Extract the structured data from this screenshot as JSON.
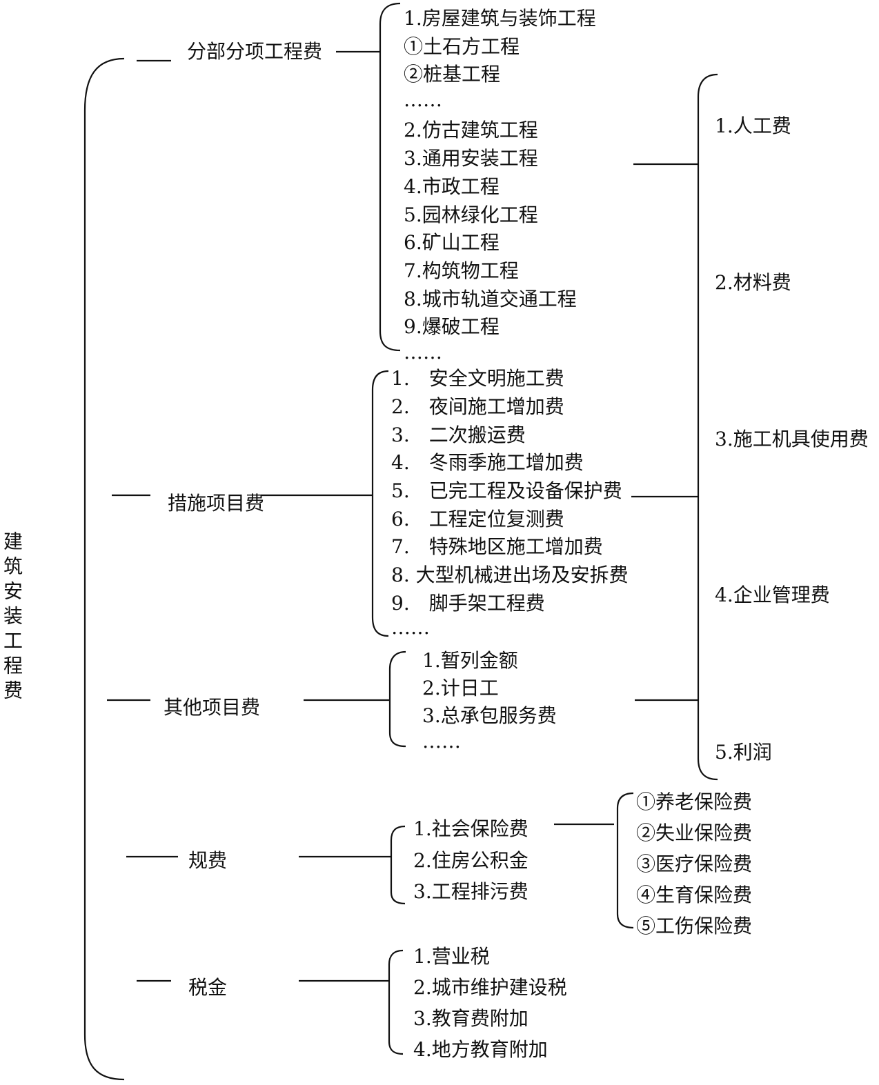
{
  "root": "建筑安装工程费",
  "categories": {
    "fenbu": "分部分项工程费",
    "cuoshi": "措施项目费",
    "qita": "其他项目费",
    "guifei": "规费",
    "shuijin": "税金"
  },
  "fenbu_items": [
    "1.房屋建筑与装饰工程",
    "①土石方工程",
    "②桩基工程",
    "……",
    "2.仿古建筑工程",
    "3.通用安装工程",
    "4.市政工程",
    "5.园林绿化工程",
    "6.矿山工程",
    "7.构筑物工程",
    "8.城市轨道交通工程",
    "9.爆破工程",
    "……"
  ],
  "cuoshi_items": [
    "1.　安全文明施工费",
    "2.　夜间施工增加费",
    "3.　二次搬运费",
    "4.　冬雨季施工增加费",
    "5.　已完工程及设备保护费",
    "6.　工程定位复测费",
    "7.　特殊地区施工增加费",
    "8. 大型机械进出场及安拆费",
    "9.　脚手架工程费",
    "……"
  ],
  "qita_items": [
    "1.暂列金额",
    "2.计日工",
    "3.总承包服务费",
    "……"
  ],
  "cost_components": [
    "1.人工费",
    "2.材料费",
    "3.施工机具使用费",
    "4.企业管理费",
    "5.利润"
  ],
  "guifei_items": [
    "1.社会保险费",
    "2.住房公积金",
    "3.工程排污费"
  ],
  "insurance_items": [
    "①养老保险费",
    "②失业保险费",
    "③医疗保险费",
    "④生育保险费",
    "⑤工伤保险费"
  ],
  "shuijin_items": [
    "1.营业税",
    "2.城市维护建设税",
    "3.教育费附加",
    "4.地方教育附加"
  ]
}
